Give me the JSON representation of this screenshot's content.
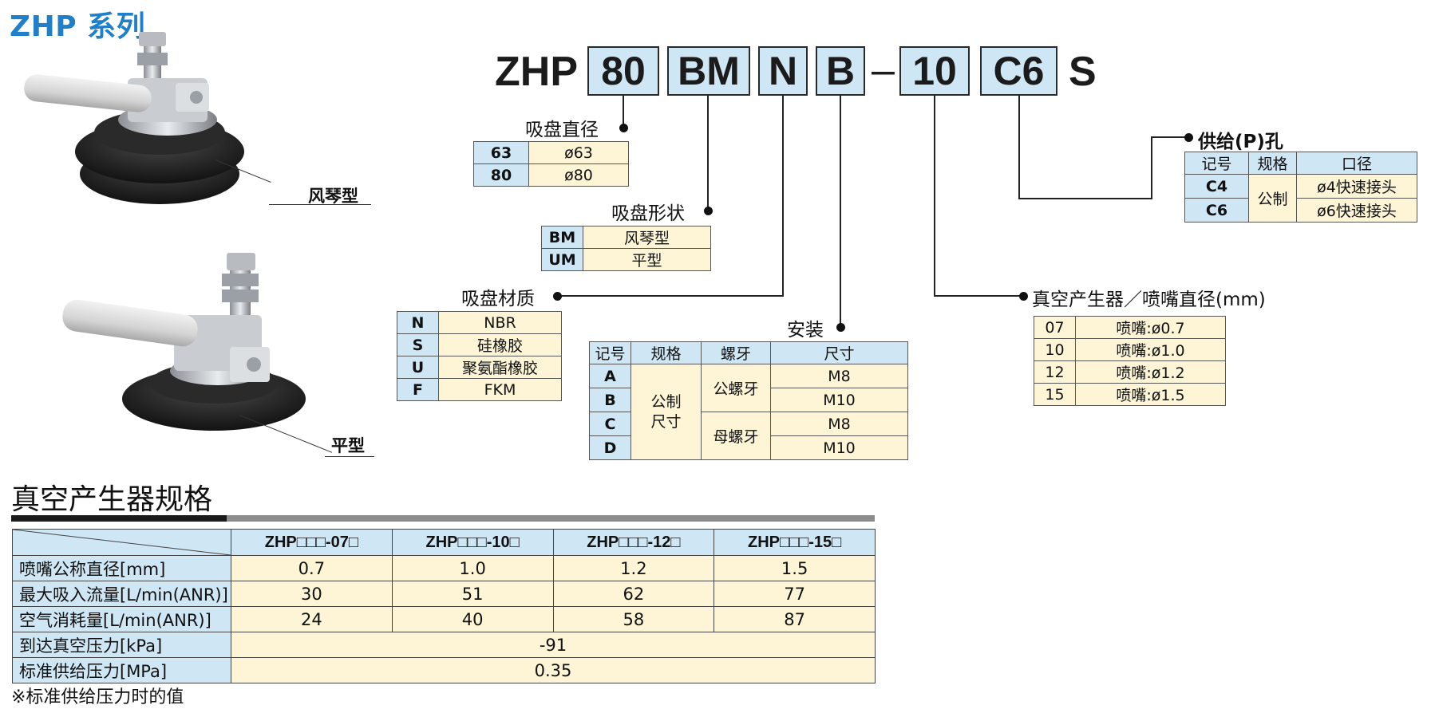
{
  "series_title": "ZHP 系列",
  "callouts": {
    "bellows": "风琴型",
    "flat": "平型"
  },
  "part_number": {
    "prefix": "ZHP",
    "boxes": [
      "80",
      "BM",
      "N",
      "B",
      "10",
      "C6"
    ],
    "dash": "–",
    "suffix": "S"
  },
  "pad_diameter": {
    "label": "吸盘直径",
    "rows": [
      [
        "63",
        "ø63"
      ],
      [
        "80",
        "ø80"
      ]
    ]
  },
  "pad_shape": {
    "label": "吸盘形状",
    "rows": [
      [
        "BM",
        "风琴型"
      ],
      [
        "UM",
        "平型"
      ]
    ]
  },
  "pad_material": {
    "label": "吸盘材质",
    "rows": [
      [
        "N",
        "NBR"
      ],
      [
        "S",
        "硅橡胶"
      ],
      [
        "U",
        "聚氨酯橡胶"
      ],
      [
        "F",
        "FKM"
      ]
    ]
  },
  "mounting": {
    "label": "安装",
    "headers": [
      "记号",
      "规格",
      "螺牙",
      "尺寸"
    ],
    "codes": [
      "A",
      "B",
      "C",
      "D"
    ],
    "spec": "公制\n尺寸",
    "thread_male": "公螺牙",
    "thread_female": "母螺牙",
    "sizes": [
      "M8",
      "M10",
      "M8",
      "M10"
    ]
  },
  "supply_port": {
    "label": "供给(P)孔",
    "headers": [
      "记号",
      "规格",
      "口径"
    ],
    "codes": [
      "C4",
      "C6"
    ],
    "spec": "公制",
    "sizes": [
      "ø4快速接头",
      "ø6快速接头"
    ]
  },
  "nozzle": {
    "label": "真空产生器／喷嘴直径(mm)",
    "rows": [
      [
        "07",
        "喷嘴:ø0.7"
      ],
      [
        "10",
        "喷嘴:ø1.0"
      ],
      [
        "12",
        "喷嘴:ø1.2"
      ],
      [
        "15",
        "喷嘴:ø1.5"
      ]
    ]
  },
  "spec": {
    "heading": "真空产生器规格",
    "columns": [
      "ZHP□□□-07□",
      "ZHP□□□-10□",
      "ZHP□□□-12□",
      "ZHP□□□-15□"
    ],
    "rows": [
      {
        "label": "喷嘴公称直径[mm]",
        "values": [
          "0.7",
          "1.0",
          "1.2",
          "1.5"
        ]
      },
      {
        "label": "最大吸入流量[L/min(ANR)]",
        "values": [
          "30",
          "51",
          "62",
          "77"
        ]
      },
      {
        "label": "空气消耗量[L/min(ANR)]",
        "values": [
          "24",
          "40",
          "58",
          "87"
        ]
      }
    ],
    "merged_rows": [
      {
        "label": "到达真空压力[kPa]",
        "value": "-91"
      },
      {
        "label": "标准供给压力[MPa]",
        "value": "0.35"
      }
    ],
    "footnote": "※标准供给压力时的值"
  },
  "colors": {
    "title_blue": "#1f7fc8",
    "key_blue": "#cfe6f4",
    "value_cream": "#fdf5d6"
  }
}
